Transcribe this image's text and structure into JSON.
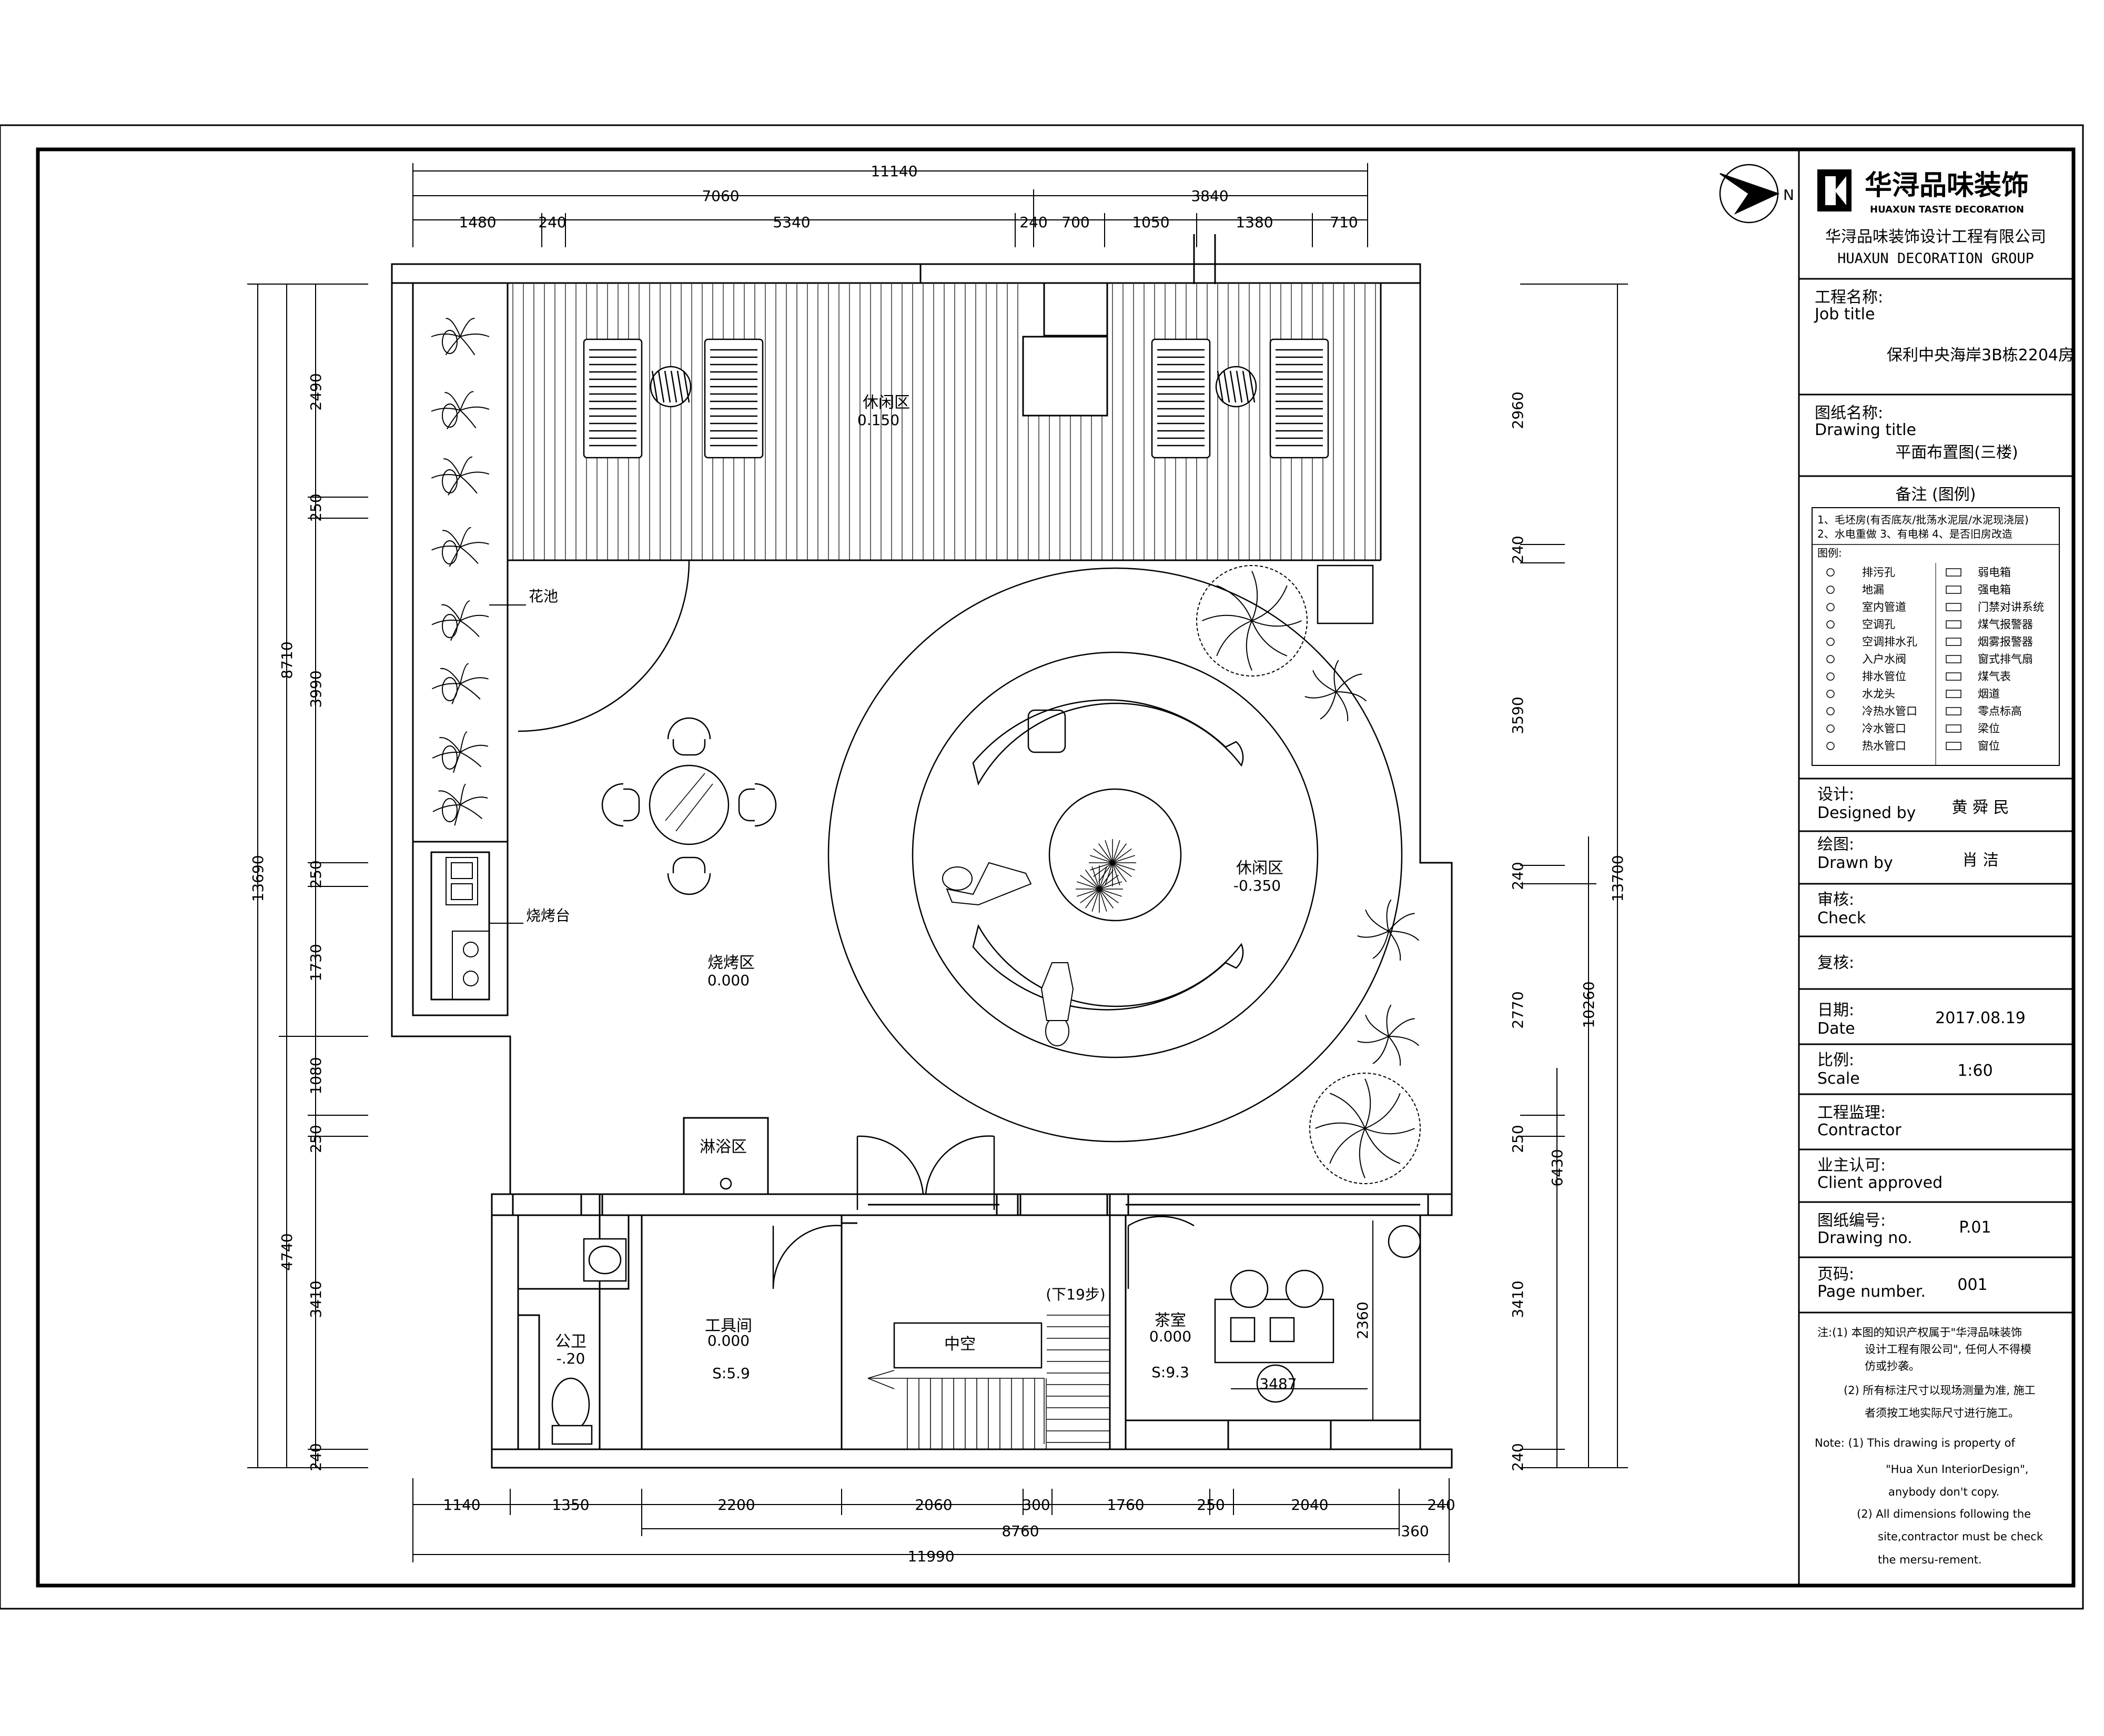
{
  "company": {
    "name_cn": "华浔品味装饰",
    "name_en": "HUAXUN TASTE DECORATION",
    "full_name_cn": "华浔品味装饰设计工程有限公司",
    "group_en": "HUAXUN  DECORATION  GROUP",
    "north_label": "N"
  },
  "title_block": {
    "job_title_cn": "工程名称:",
    "job_title_en": "Job title",
    "job_title_value": "保利中央海岸3B栋2204房",
    "drawing_title_cn": "图纸名称:",
    "drawing_title_en": "Drawing title",
    "drawing_title_value": "平面布置图(三楼)",
    "legend_title": "备注 (图例)",
    "legend_header_1": "1、毛坯房(有否底灰/批荡水泥层/水泥现浇层)",
    "legend_header_2": "2、水电重做  3、有电梯  4、是否旧房改造",
    "legend_header_3": "图例:",
    "legend_left": [
      "排污孔",
      "地漏",
      "室内管道",
      "空调孔",
      "空调排水孔",
      "入户水阀",
      "排水管位",
      "水龙头",
      "冷热水管口",
      "冷水管口",
      "热水管口"
    ],
    "legend_right": [
      "弱电箱",
      "强电箱",
      "门禁对讲系统",
      "煤气报警器",
      "烟雾报警器",
      "窗式排气扇",
      "煤气表",
      "烟道",
      "零点标高",
      "梁位",
      "窗位"
    ],
    "designed_cn": "设计:",
    "designed_en": "Designed by",
    "designed_value": "黄 舜 民",
    "drawn_cn": "绘图:",
    "drawn_en": "Drawn by",
    "drawn_value": "肖    洁",
    "check_cn": "审核:",
    "check_en": "Check",
    "review_cn": "复核:",
    "date_cn": "日期:",
    "date_en": "Date",
    "date_value": "2017.08.19",
    "scale_cn": "比例:",
    "scale_en": "Scale",
    "scale_value": "1:60",
    "contractor_cn": "工程监理:",
    "contractor_en": "Contractor",
    "client_cn": "业主认可:",
    "client_en": "Client approved",
    "drawing_no_cn": "图纸编号:",
    "drawing_no_en": "Drawing no.",
    "drawing_no_value": "P.01",
    "page_cn": "页码:",
    "page_en": "Page number.",
    "page_value": "001",
    "notes_cn_1": "注:(1) 本图的知识产权属于\"华浔品味装饰",
    "notes_cn_2": "设计工程有限公司\", 任何人不得模",
    "notes_cn_3": "仿或抄袭。",
    "notes_cn_4": "(2) 所有标注尺寸以现场测量为准, 施工",
    "notes_cn_5": "者须按工地实际尺寸进行施工。",
    "notes_en_1": "Note:  (1) This drawing is property of",
    "notes_en_2": "\"Hua Xun InteriorDesign\",",
    "notes_en_3": "anybody don't copy.",
    "notes_en_4": "(2) All dimensions following the",
    "notes_en_5": "site,contractor must be check",
    "notes_en_6": "the mersu-rement."
  },
  "rooms": {
    "leisure_top": "休闲区",
    "leisure_top_level": "0.150",
    "leisure_circle": "休闲区",
    "leisure_circle_level": "-0.350",
    "bbq_zone": "烧烤区",
    "bbq_zone_level": "0.000",
    "bbq_counter": "烧烤台",
    "planter": "花池",
    "shower": "淋浴区",
    "tool_room": "工具间",
    "tool_room_level": "0.000",
    "tool_room_area": "S:5.9",
    "toilet": "公卫",
    "toilet_level": "-.20",
    "void": "中空",
    "stairs_down": "(下19步)",
    "tea_room": "茶室",
    "tea_room_level": "0.000",
    "tea_room_area": "S:9.3",
    "tea_dim_1": "3487",
    "tea_dim_2": "2360"
  },
  "dims": {
    "top_total": "11140",
    "top_a": "7060",
    "top_b": "3840",
    "top_segments": [
      "1480",
      "240",
      "5340",
      "240",
      "700",
      "1050",
      "1380",
      "710"
    ],
    "bottom_segments": [
      "1140",
      "1350",
      "2200",
      "2060",
      "300",
      "1760",
      "250",
      "2040",
      "240"
    ],
    "bottom_mid": "8760",
    "bottom_right": "360",
    "bottom_total": "11990",
    "left_total": "13690",
    "left_a": "8710",
    "left_b": "4740",
    "left_segments": [
      "2490",
      "250",
      "3990",
      "250",
      "1730",
      "1080",
      "250",
      "3410",
      "240"
    ],
    "right_total": "13700",
    "right_a": "10260",
    "right_b": "6430",
    "right_segments": [
      "2960",
      "240",
      "3590",
      "240",
      "2770",
      "250",
      "3410",
      "240"
    ]
  }
}
